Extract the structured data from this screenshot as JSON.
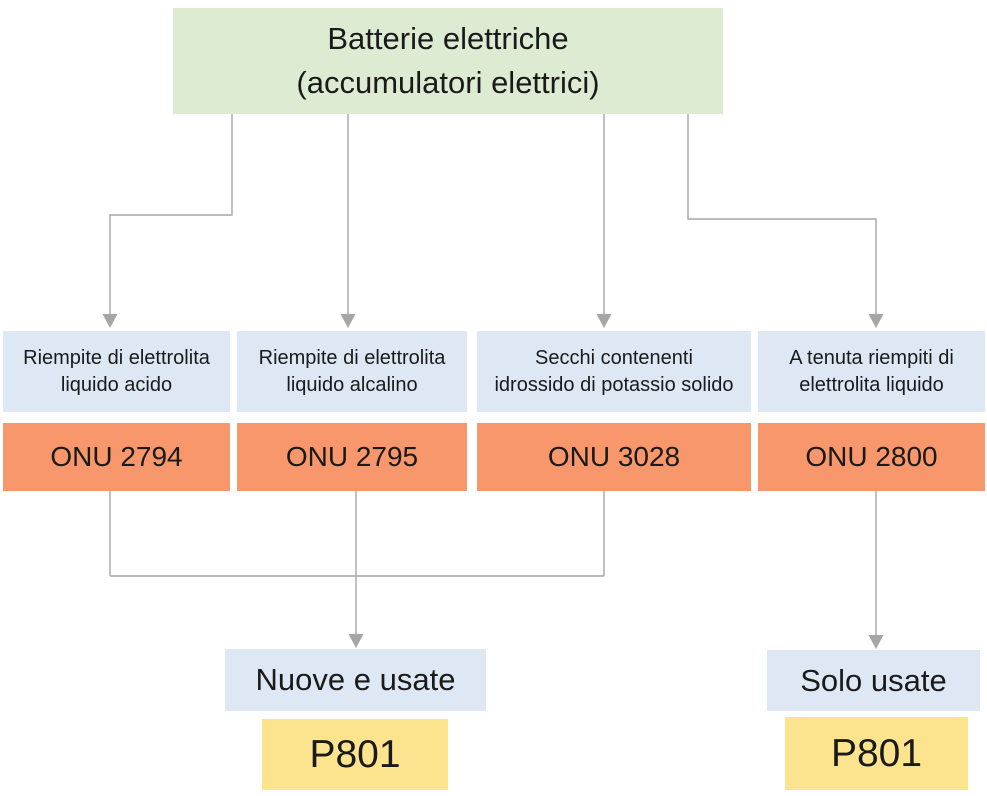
{
  "colors": {
    "root_bg": "#deebd3",
    "category_bg": "#dde8f4",
    "onu_bg": "#f8976b",
    "p801_bg": "#fce38e",
    "connector": "#a6a6a6",
    "text": "#1a1a1a"
  },
  "root": {
    "line1": "Batterie elettriche",
    "line2": "(accumulatori elettrici)"
  },
  "categories": [
    {
      "line1": "Riempite di elettrolita",
      "line2": "liquido acido",
      "onu": "ONU 2794"
    },
    {
      "line1": "Riempite di elettrolita",
      "line2": "liquido alcalino",
      "onu": "ONU 2795"
    },
    {
      "line1": "Secchi contenenti",
      "line2": "idrossido di potassio solido",
      "onu": "ONU 3028"
    },
    {
      "line1": "A tenuta riempiti di",
      "line2": "elettrolita liquido",
      "onu": "ONU 2800"
    }
  ],
  "outcomes": [
    {
      "condition": "Nuove e usate",
      "packing": "P801"
    },
    {
      "condition": "Solo usate",
      "packing": "P801"
    }
  ]
}
